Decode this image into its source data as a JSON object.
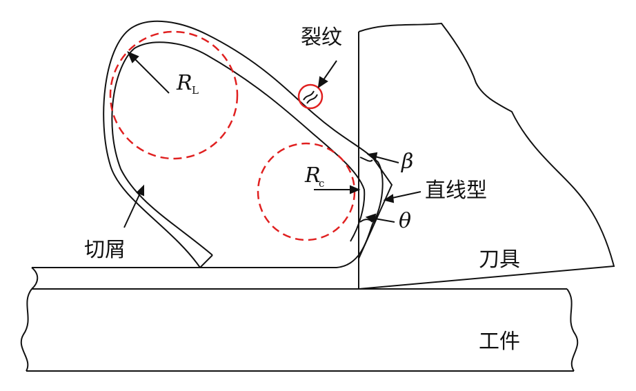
{
  "labels": {
    "crack": "裂纹",
    "chip": "切屑",
    "tool": "刀具",
    "workpiece": "工件",
    "straight_type": "直线型",
    "beta": "β",
    "theta": "θ",
    "r_main": "R",
    "r_l_sub": "L",
    "r_c_sub": "c"
  },
  "colors": {
    "outline": "#111111",
    "dashed_circle": "#e02020"
  }
}
